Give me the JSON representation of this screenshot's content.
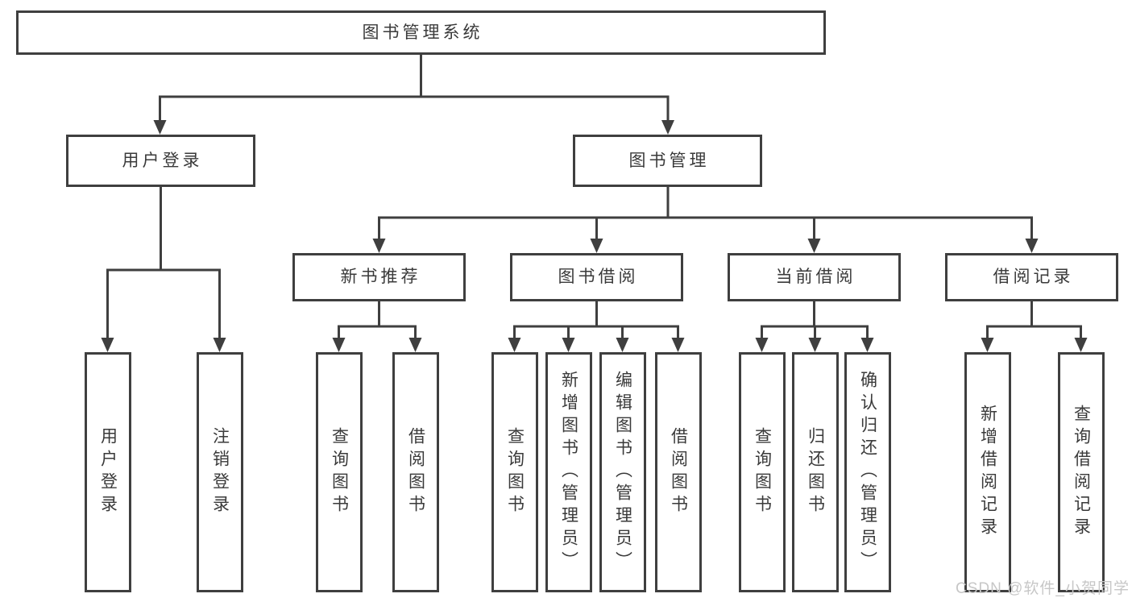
{
  "diagram": {
    "root": {
      "label": "图书管理系统"
    },
    "level1": [
      {
        "label": "用户登录",
        "leaves": [
          {
            "label": "用户登录"
          },
          {
            "label": "注销登录"
          }
        ]
      },
      {
        "label": "图书管理",
        "groups": [
          {
            "label": "新书推荐",
            "leaves": [
              {
                "label": "查询图书"
              },
              {
                "label": "借阅图书"
              }
            ]
          },
          {
            "label": "图书借阅",
            "leaves": [
              {
                "label": "查询图书"
              },
              {
                "label": "新增图书（管理员）"
              },
              {
                "label": "编辑图书（管理员）"
              },
              {
                "label": "借阅图书"
              }
            ]
          },
          {
            "label": "当前借阅",
            "leaves": [
              {
                "label": "查询图书"
              },
              {
                "label": "归还图书"
              },
              {
                "label": "确认归还（管理员）"
              }
            ]
          },
          {
            "label": "借阅记录",
            "leaves": [
              {
                "label": "新增借阅记录"
              },
              {
                "label": "查询借阅记录"
              }
            ]
          }
        ]
      }
    ]
  },
  "watermark": {
    "text": "CSDN @软件_小贺同学"
  },
  "colors": {
    "line": "#3f3f3f",
    "box_border": "#3f3f3f",
    "text": "#3a3a3a",
    "watermark": "#c7c7c7",
    "background": "#ffffff"
  }
}
